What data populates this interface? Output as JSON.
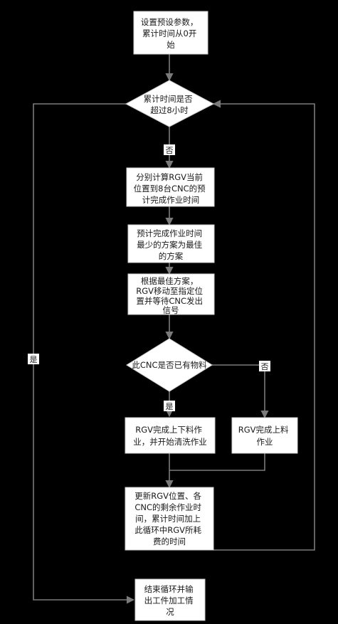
{
  "colors": {
    "background": "#000000",
    "shape_fill": "#ffffff",
    "connector": "#7a7a7a",
    "text": "#1a1a1a"
  },
  "nodes": {
    "start": [
      "设置预设参数，",
      "累计时间从0开",
      "始"
    ],
    "check_time": [
      "累计时间是否",
      "超过8小时"
    ],
    "calc": [
      "分别计算RGV当前",
      "位置到8台CNC的预",
      "计完成作业时间"
    ],
    "best": [
      "预计完成作业时间",
      "最少的方案为最佳",
      "的方案"
    ],
    "move": [
      "根据最佳方案，",
      "RGV移动至指定位",
      "置并等待CNC发出",
      "信号"
    ],
    "check_cnc": [
      "此CNC是否已有物料"
    ],
    "load_clean": [
      "RGV完成上下料作",
      "业，并开始清洗作业"
    ],
    "load_only": [
      "RGV完成上料",
      "作业"
    ],
    "update": [
      "更新RGV位置、各",
      "CNC的剩余作业时",
      "间，累计时间加上",
      "此循环中RGV所耗",
      "费的时间"
    ],
    "end": [
      "结束循环并输",
      "出工件加工情",
      "况"
    ]
  },
  "labels": {
    "no_time": "否",
    "yes_time": "是",
    "yes_cnc": "是",
    "no_cnc": "否"
  }
}
